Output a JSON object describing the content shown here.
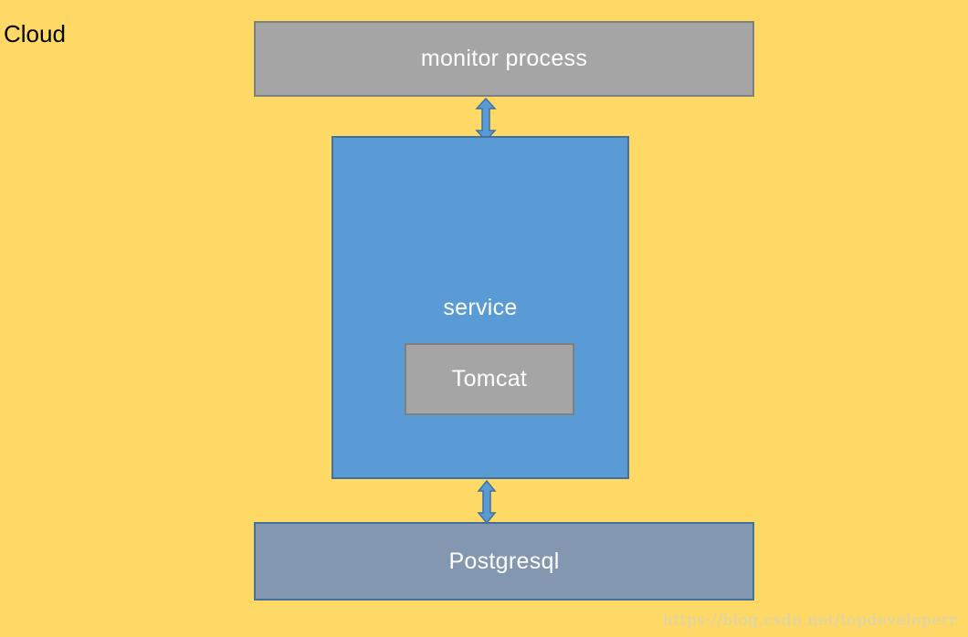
{
  "region": {
    "label": "Cloud"
  },
  "nodes": {
    "monitor": {
      "label": "monitor process",
      "fill": "#A5A5A5",
      "stroke": "#7F7F7F"
    },
    "service": {
      "label": "service",
      "fill": "#5B9BD5",
      "stroke": "#41719C"
    },
    "tomcat": {
      "label": "Tomcat",
      "fill": "#A5A5A5",
      "stroke": "#7F7F7F"
    },
    "postgres": {
      "label": "Postgresql",
      "fill": "#8497B0",
      "stroke": "#41719C"
    }
  },
  "edges": [
    {
      "from": "monitor",
      "to": "service",
      "direction": "bidirectional"
    },
    {
      "from": "service",
      "to": "postgres",
      "direction": "bidirectional"
    }
  ],
  "colors": {
    "background": "#FFD966",
    "arrow_fill": "#5B9BD5",
    "arrow_stroke": "#41719C"
  },
  "watermark": "https://blog.csdn.net/topdeveloperr"
}
